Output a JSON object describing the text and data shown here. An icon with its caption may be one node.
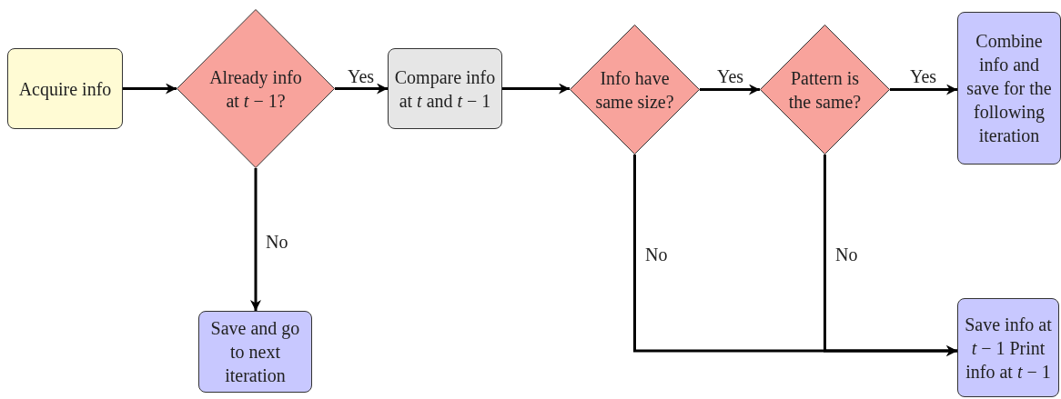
{
  "diagram": {
    "nodes": [
      {
        "text": [
          "Acquire info"
        ]
      },
      {
        "text": [
          "Already info at *t* − 1?"
        ]
      },
      {
        "text": [
          "Compare info at *t* and *t* − 1"
        ]
      },
      {
        "text": [
          "Info have same size?"
        ]
      },
      {
        "text": [
          "Pattern is the same?"
        ]
      },
      {
        "text": [
          "Combine info and save for the following iteration"
        ]
      },
      {
        "text": [
          "Save and go to next iteration"
        ]
      },
      {
        "text": [
          "Save info at *t* − 1 Print info at *t* − 1"
        ]
      }
    ],
    "edges": [
      {
        "from": 0,
        "to": 1,
        "arrow": "to"
      },
      {
        "from": 1,
        "to": 2,
        "arrow": "to",
        "label": "Yes"
      },
      {
        "from": 2,
        "to": 3,
        "arrow": "to"
      },
      {
        "from": 3,
        "to": 4,
        "arrow": "to",
        "label": "Yes"
      },
      {
        "from": 4,
        "to": 5,
        "arrow": "to",
        "label": "Yes"
      },
      {
        "from": 1,
        "to": 6,
        "arrow": "to",
        "label": "No"
      },
      {
        "from": 3,
        "to": 7,
        "arrow": "to",
        "label": "No"
      },
      {
        "from": 4,
        "to": 7,
        "arrow": "to",
        "label": "No"
      }
    ]
  }
}
